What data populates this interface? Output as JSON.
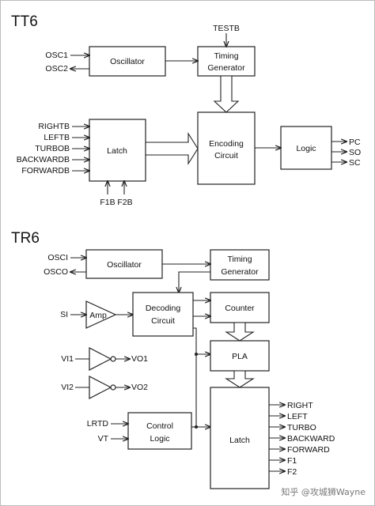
{
  "tt6": {
    "title": "TT6",
    "blocks": {
      "oscillator": "Oscillator",
      "timing_generator": [
        "Timing",
        "Generator"
      ],
      "latch": "Latch",
      "encoding_circuit": [
        "Encoding",
        "Circuit"
      ],
      "logic": "Logic"
    },
    "inputs": {
      "osc1": "OSC1",
      "osc2": "OSC2",
      "testb": "TESTB"
    },
    "latch_inputs": [
      "RIGHTB",
      "LEFTB",
      "TURBOB",
      "BACKWARDB",
      "FORWARDB"
    ],
    "latch_bottom_inputs": [
      "F1B",
      "F2B"
    ],
    "outputs": [
      "PC",
      "SO",
      "SC"
    ]
  },
  "tr6": {
    "title": "TR6",
    "blocks": {
      "oscillator": "Oscillator",
      "timing_generator": [
        "Timing",
        "Generator"
      ],
      "amp": "Amp",
      "decoding_circuit": [
        "Decoding",
        "Circuit"
      ],
      "counter": "Counter",
      "pla": "PLA",
      "control_logic": [
        "Control",
        "Logic"
      ],
      "latch": "Latch"
    },
    "inputs": {
      "osci": "OSCI",
      "osco": "OSCO",
      "si": "SI",
      "lrtd": "LRTD",
      "vt": "VT"
    },
    "inverters": [
      {
        "in": "VI1",
        "out": "VO1"
      },
      {
        "in": "VI2",
        "out": "VO2"
      }
    ],
    "outputs": [
      "RIGHT",
      "LEFT",
      "TURBO",
      "BACKWARD",
      "FORWARD",
      "F1",
      "F2"
    ]
  },
  "watermark": "知乎 @攻城狮Wayne"
}
